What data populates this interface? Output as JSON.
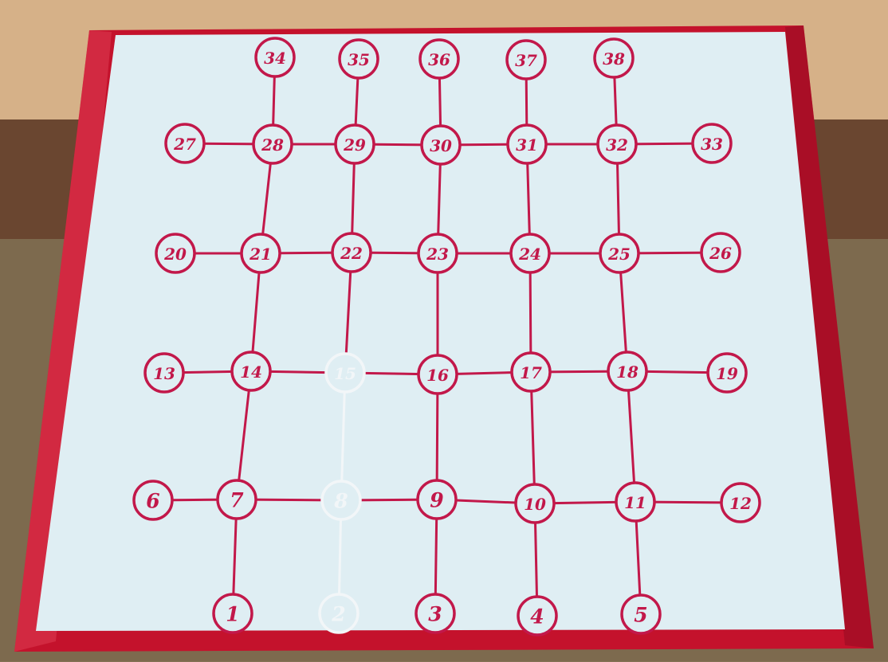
{
  "board": {
    "description_colors": {
      "frame": "#c4122c",
      "paper": "#dfeef3",
      "ink": "#c2184a",
      "faded_ink": "#f2f6f8",
      "table_top": "#d8b48a",
      "table_edge": "#6e4a32",
      "carpet": "#8a8a6a"
    },
    "nodes": [
      {
        "label": "1",
        "faded": false
      },
      {
        "label": "2",
        "faded": true
      },
      {
        "label": "3",
        "faded": false
      },
      {
        "label": "4",
        "faded": false
      },
      {
        "label": "5",
        "faded": false
      },
      {
        "label": "6",
        "faded": false
      },
      {
        "label": "7",
        "faded": false
      },
      {
        "label": "8",
        "faded": true
      },
      {
        "label": "9",
        "faded": false
      },
      {
        "label": "10",
        "faded": false
      },
      {
        "label": "11",
        "faded": false
      },
      {
        "label": "12",
        "faded": false
      },
      {
        "label": "13",
        "faded": false
      },
      {
        "label": "14",
        "faded": false
      },
      {
        "label": "15",
        "faded": true
      },
      {
        "label": "16",
        "faded": false
      },
      {
        "label": "17",
        "faded": false
      },
      {
        "label": "18",
        "faded": false
      },
      {
        "label": "19",
        "faded": false
      },
      {
        "label": "20",
        "faded": false
      },
      {
        "label": "21",
        "faded": false
      },
      {
        "label": "22",
        "faded": false
      },
      {
        "label": "23",
        "faded": false
      },
      {
        "label": "24",
        "faded": false
      },
      {
        "label": "25",
        "faded": false
      },
      {
        "label": "26",
        "faded": false
      },
      {
        "label": "27",
        "faded": false
      },
      {
        "label": "28",
        "faded": false
      },
      {
        "label": "29",
        "faded": false
      },
      {
        "label": "30",
        "faded": false
      },
      {
        "label": "31",
        "faded": false
      },
      {
        "label": "32",
        "faded": false
      },
      {
        "label": "33",
        "faded": false
      },
      {
        "label": "34",
        "faded": false
      },
      {
        "label": "35",
        "faded": false
      },
      {
        "label": "36",
        "faded": false
      },
      {
        "label": "37",
        "faded": false
      },
      {
        "label": "38",
        "faded": false
      }
    ],
    "connections": [
      [
        "34",
        "28"
      ],
      [
        "35",
        "29"
      ],
      [
        "36",
        "30"
      ],
      [
        "37",
        "31"
      ],
      [
        "38",
        "32"
      ],
      [
        "27",
        "28"
      ],
      [
        "28",
        "29"
      ],
      [
        "29",
        "30"
      ],
      [
        "30",
        "31"
      ],
      [
        "31",
        "32"
      ],
      [
        "32",
        "33"
      ],
      [
        "28",
        "21"
      ],
      [
        "29",
        "22"
      ],
      [
        "30",
        "23"
      ],
      [
        "31",
        "24"
      ],
      [
        "32",
        "25"
      ],
      [
        "20",
        "21"
      ],
      [
        "21",
        "22"
      ],
      [
        "22",
        "23"
      ],
      [
        "23",
        "24"
      ],
      [
        "24",
        "25"
      ],
      [
        "25",
        "26"
      ],
      [
        "21",
        "14"
      ],
      [
        "22",
        "15"
      ],
      [
        "23",
        "16"
      ],
      [
        "24",
        "17"
      ],
      [
        "25",
        "18"
      ],
      [
        "13",
        "14"
      ],
      [
        "14",
        "15"
      ],
      [
        "15",
        "16"
      ],
      [
        "16",
        "17"
      ],
      [
        "17",
        "18"
      ],
      [
        "18",
        "19"
      ],
      [
        "14",
        "7"
      ],
      [
        "15",
        "8"
      ],
      [
        "16",
        "9"
      ],
      [
        "17",
        "10"
      ],
      [
        "18",
        "11"
      ],
      [
        "6",
        "7"
      ],
      [
        "7",
        "8"
      ],
      [
        "8",
        "9"
      ],
      [
        "9",
        "10"
      ],
      [
        "10",
        "11"
      ],
      [
        "11",
        "12"
      ],
      [
        "7",
        "1"
      ],
      [
        "8",
        "2"
      ],
      [
        "9",
        "3"
      ],
      [
        "10",
        "4"
      ],
      [
        "11",
        "5"
      ]
    ]
  }
}
